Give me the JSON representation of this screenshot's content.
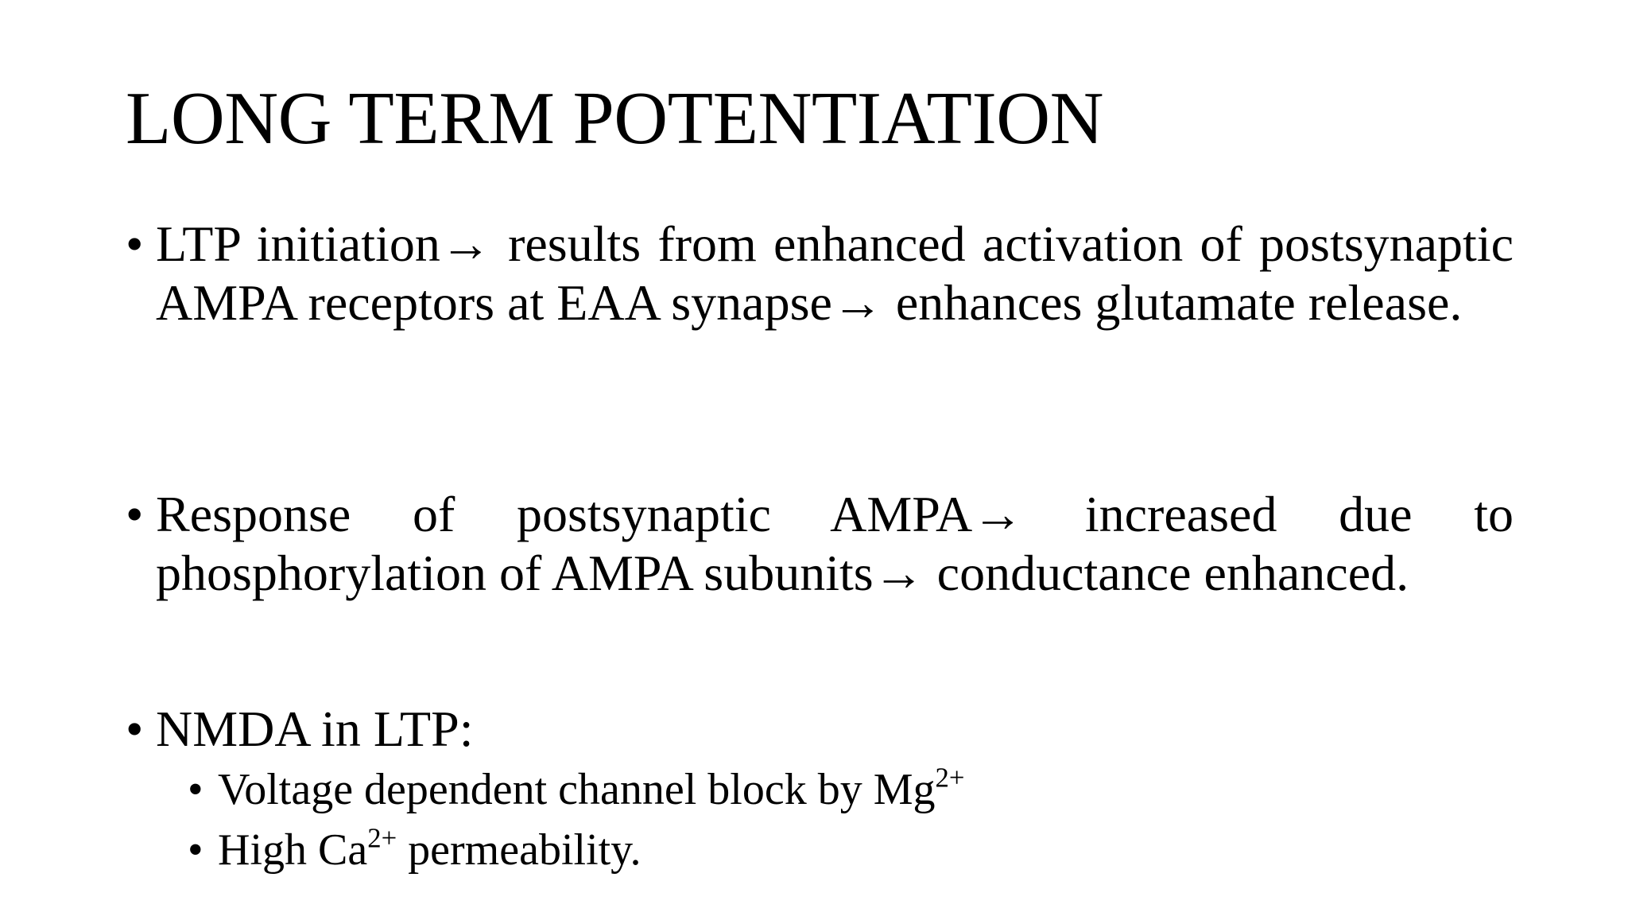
{
  "slide": {
    "title": "LONG TERM POTENTIATION",
    "bullet_glyph": "•",
    "arrow_glyph": "→",
    "bullets": [
      {
        "part1": "LTP initiation",
        "part2": " results from enhanced activation of postsynaptic AMPA receptors at EAA synapse",
        "part3": " enhances glutamate release."
      },
      {
        "part1": "Response of postsynaptic AMPA",
        "part2": " increased due to phosphorylation of AMPA subunits",
        "part3": " conductance enhanced."
      },
      {
        "text": "NMDA in LTP:",
        "subs": [
          {
            "text": "Voltage dependent channel block by Mg",
            "sup": "2+"
          },
          {
            "pre": "High Ca",
            "sup": "2+",
            "post": " permeability."
          }
        ]
      }
    ]
  }
}
